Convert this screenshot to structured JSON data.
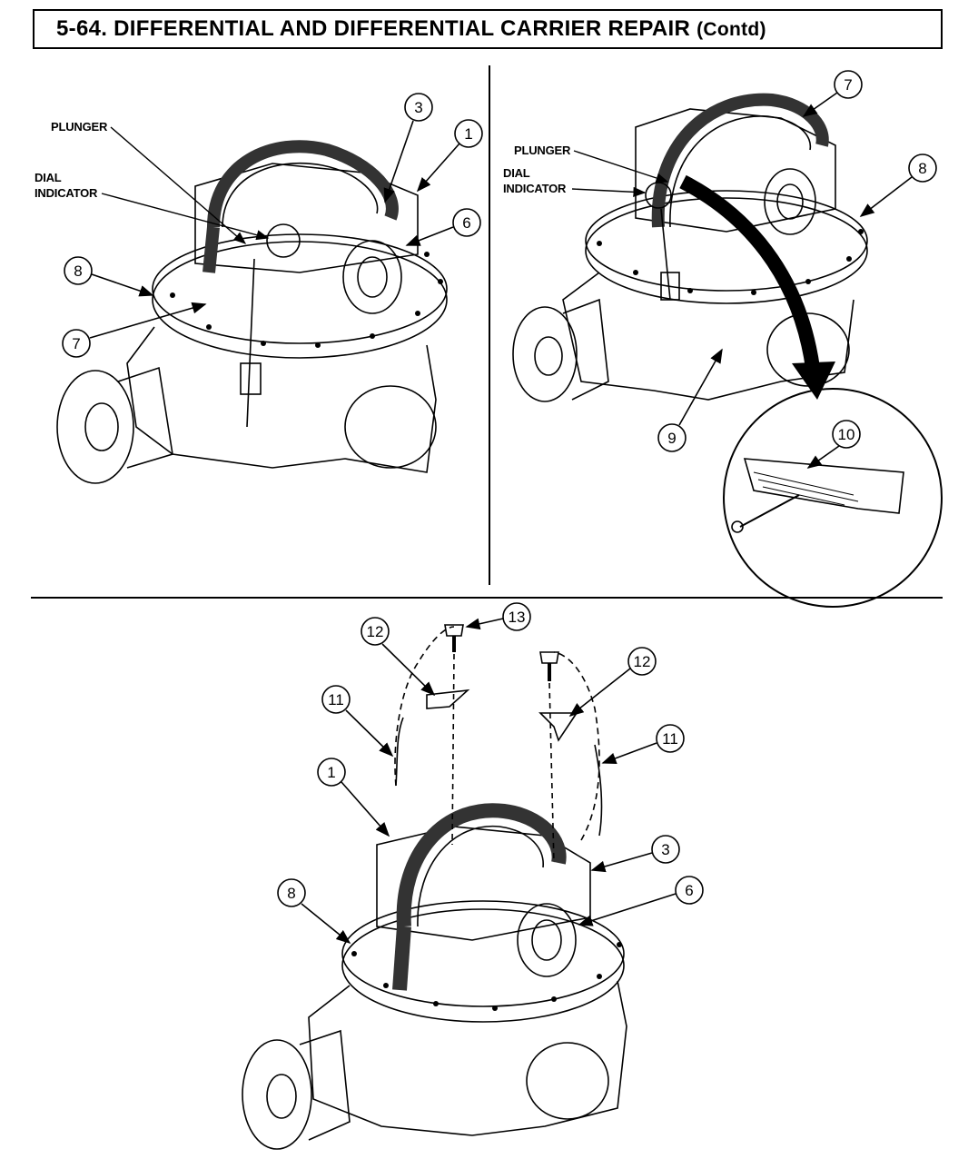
{
  "header": {
    "section": "5-64. DIFFERENTIAL AND DIFFERENTIAL CARRIER REPAIR",
    "suffix": "(Contd)"
  },
  "panel_left": {
    "label_plunger": "PLUNGER",
    "label_dial_line1": "DIAL",
    "label_dial_line2": "INDICATOR",
    "callouts": [
      "3",
      "1",
      "6",
      "8",
      "7"
    ]
  },
  "panel_right": {
    "label_plunger": "PLUNGER",
    "label_dial_line1": "DIAL",
    "label_dial_line2": "INDICATOR",
    "callouts": [
      "7",
      "8",
      "9",
      "10"
    ]
  },
  "panel_bottom": {
    "callouts": [
      "13",
      "12",
      "12",
      "11",
      "11",
      "1",
      "3",
      "6",
      "8"
    ]
  }
}
